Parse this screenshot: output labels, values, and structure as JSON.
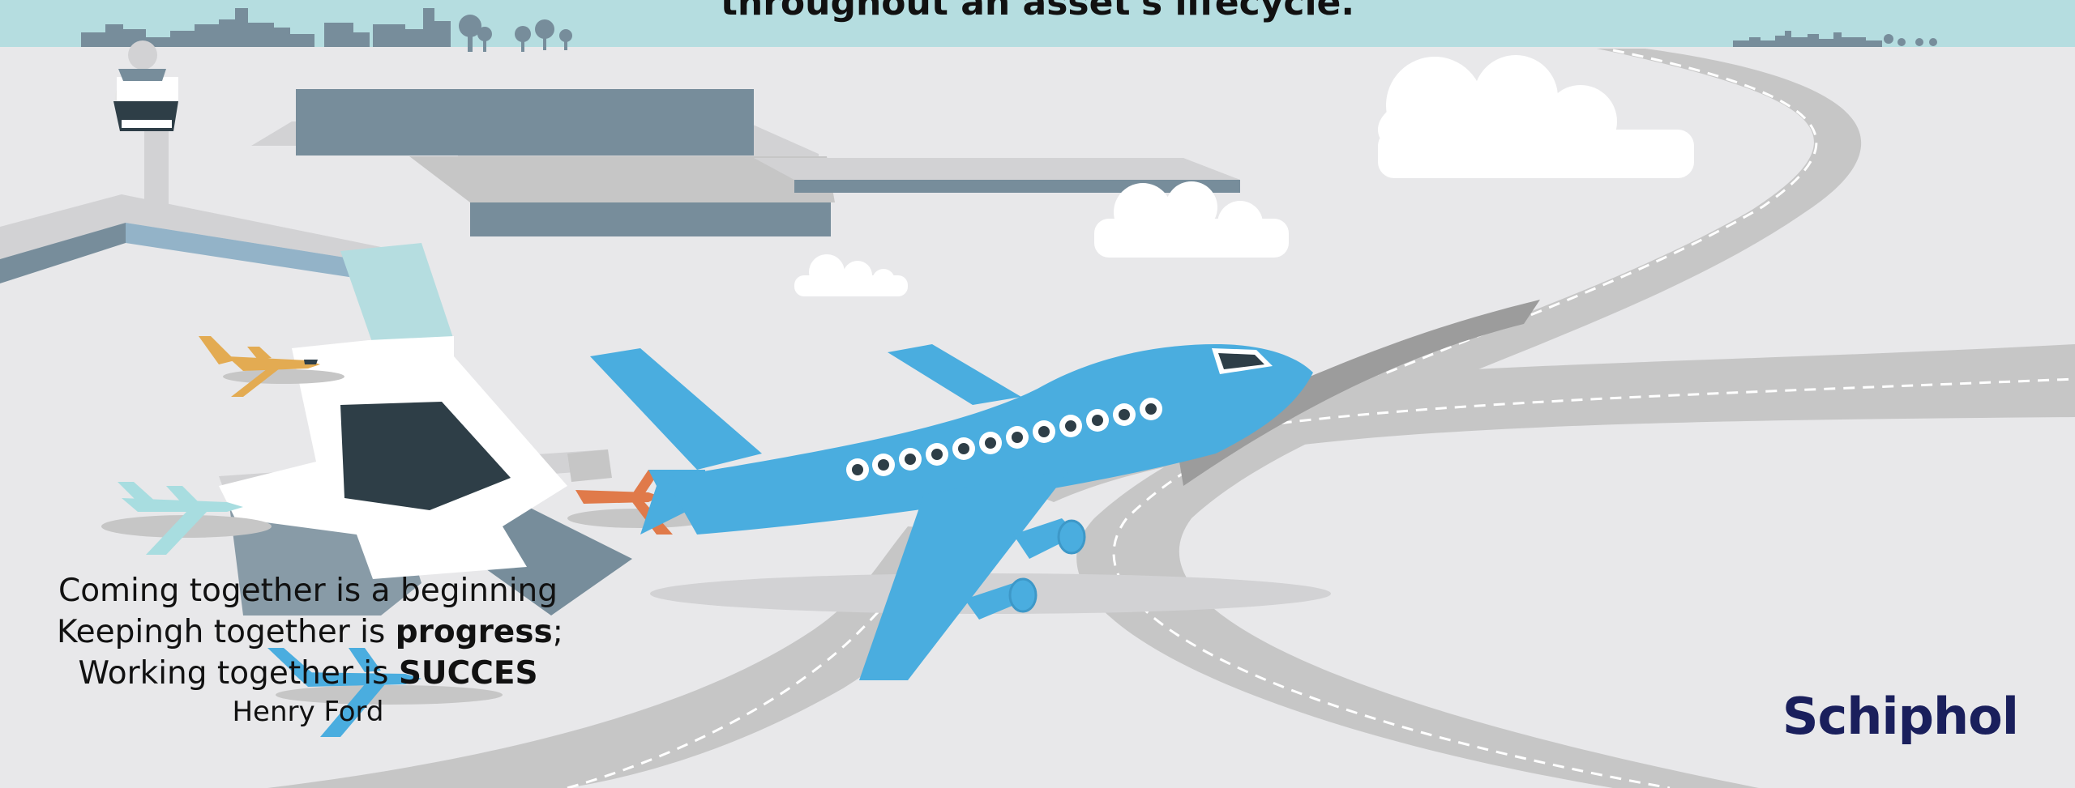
{
  "banner": {
    "title": "throughout an asset's lifecycle."
  },
  "quote": {
    "line1": "Coming together is a beginning",
    "line2_prefix": "Keepingh together is ",
    "line2_bold": "progress",
    "line2_suffix": ";",
    "line3_prefix": "Working together is ",
    "line3_bold": "SUCCES",
    "author": "Henry Ford"
  },
  "logo": {
    "text": "Schiphol"
  },
  "colors": {
    "background": "#e8e8ea",
    "banner": "#b5dde0",
    "plane_main": "#4aaddf",
    "plane_yellow": "#e3ab52",
    "plane_orange": "#e07a4a",
    "plane_light": "#a8dde0",
    "runway": "#c6c6c6",
    "building": "#778d9b",
    "logo": "#1a1f5c"
  },
  "icons": {
    "tower": "control-tower-icon",
    "cloud": "cloud-icon",
    "skyline": "city-skyline-icon",
    "airplane": "airplane-icon"
  }
}
